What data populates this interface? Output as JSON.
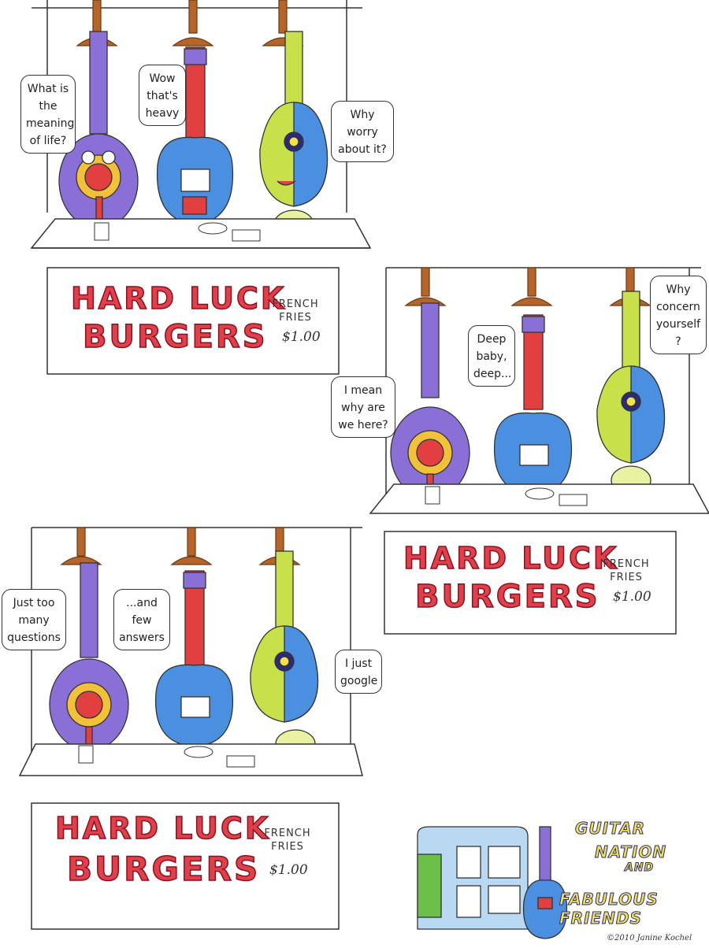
{
  "panels": [
    {
      "bubbles": [
        "What is\nthe\nmeaning\nof life?",
        "Wow\nthat's\nheavy",
        "Why\nworry\nabout it?"
      ],
      "sign": {
        "title_line1": "HARD LUCK",
        "title_line2": "BURGERS",
        "fries": "FRENCH\nFRIES",
        "price": "$1.00"
      }
    },
    {
      "bubbles": [
        "I mean\nwhy are\nwe here?",
        "Deep\nbaby,\ndeep...",
        "Why\nconcern\nyourself\n?"
      ],
      "sign": {
        "title_line1": "HARD LUCK",
        "title_line2": "BURGERS",
        "fries": "FRENCH\nFRIES",
        "price": "$1.00"
      }
    },
    {
      "bubbles": [
        "Just too\nmany\nquestions",
        "...and\nfew\nanswers",
        "I just\ngoogle"
      ],
      "sign": {
        "title_line1": "HARD LUCK",
        "title_line2": "BURGERS",
        "fries": "FRENCH\nFRIES",
        "price": "$1.00"
      }
    }
  ],
  "logo": {
    "line1": "GUITAR",
    "line2": "NATION",
    "line3": "AND",
    "line4": "FABULOUS FRIENDS",
    "credit": "©2010 Janine Kochel"
  },
  "colors": {
    "purple_guitar": "#8a6fd6",
    "blue_guitar": "#4b8fe0",
    "green_guitar": "#c8e04a",
    "sign_red": "#e0404a",
    "lamp_brown": "#b5652a"
  }
}
